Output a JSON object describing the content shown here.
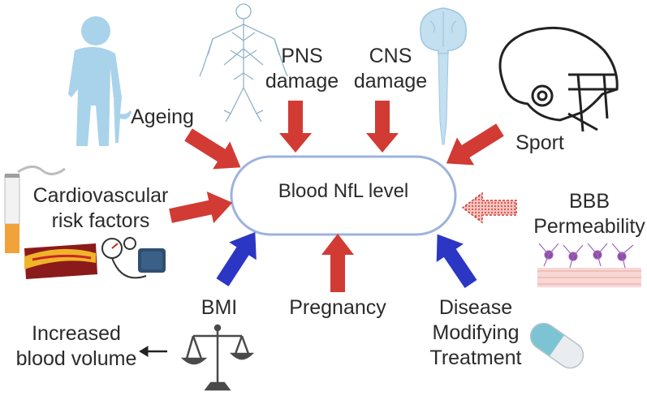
{
  "main": {
    "center_label": "Blood NfL level"
  },
  "factors": {
    "ageing": "Ageing",
    "pns": "PNS\ndamage",
    "cns": "CNS\ndamage",
    "sport": "Sport",
    "cardio": "Cardiovascular\nrisk factors",
    "bbb": "BBB\nPermeability",
    "bmi": "BMI",
    "pregnancy": "Pregnancy",
    "dmt": "Disease\nModifying\nTreatment",
    "blood_volume": "Increased\nblood volume"
  },
  "colors": {
    "increase_arrow": "#d13b33",
    "decrease_arrow": "#2c36c4",
    "oval_stroke": "#9db3dc",
    "icon_blue": "#a9d3ea"
  },
  "icons": [
    "elderly-person-icon",
    "nervous-system-icon",
    "brain-spinal-cord-icon",
    "football-helmet-icon",
    "cigarette-icon",
    "artery-plaque-icon",
    "blood-pressure-monitor-icon",
    "neuron-barrier-icon",
    "scale-icon",
    "capsule-pill-icon"
  ]
}
